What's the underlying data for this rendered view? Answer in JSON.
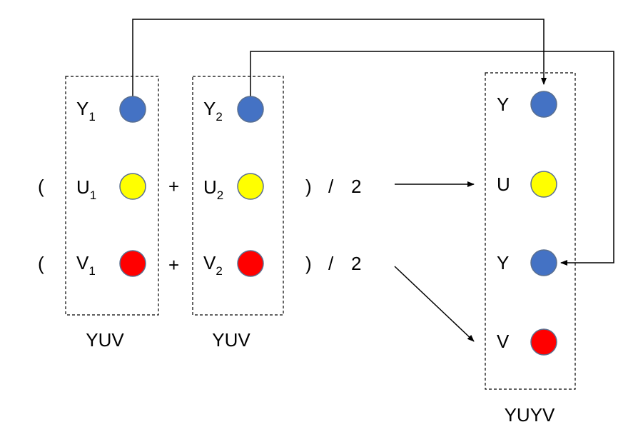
{
  "colors": {
    "y_component": "#4472C4",
    "u_component": "#FFFF00",
    "v_component": "#FF0000"
  },
  "input_blocks": [
    {
      "caption": "YUV",
      "rows": [
        {
          "letter": "Y",
          "subscript": "1",
          "component": "y",
          "icon": "blue-circle"
        },
        {
          "letter": "U",
          "subscript": "1",
          "component": "u",
          "icon": "yellow-circle"
        },
        {
          "letter": "V",
          "subscript": "1",
          "component": "v",
          "icon": "red-circle"
        }
      ]
    },
    {
      "caption": "YUV",
      "rows": [
        {
          "letter": "Y",
          "subscript": "2",
          "component": "y",
          "icon": "blue-circle"
        },
        {
          "letter": "U",
          "subscript": "2",
          "component": "u",
          "icon": "yellow-circle"
        },
        {
          "letter": "V",
          "subscript": "2",
          "component": "v",
          "icon": "red-circle"
        }
      ]
    }
  ],
  "formula": {
    "open_paren": "(",
    "plus": "+",
    "close_paren": ")",
    "slash": "/",
    "divisor": "2"
  },
  "output_block": {
    "caption": "YUYV",
    "rows": [
      {
        "letter": "Y",
        "component": "y",
        "icon": "blue-circle"
      },
      {
        "letter": "U",
        "component": "u",
        "icon": "yellow-circle"
      },
      {
        "letter": "Y",
        "component": "y",
        "icon": "blue-circle"
      },
      {
        "letter": "V",
        "component": "v",
        "icon": "red-circle"
      }
    ]
  }
}
